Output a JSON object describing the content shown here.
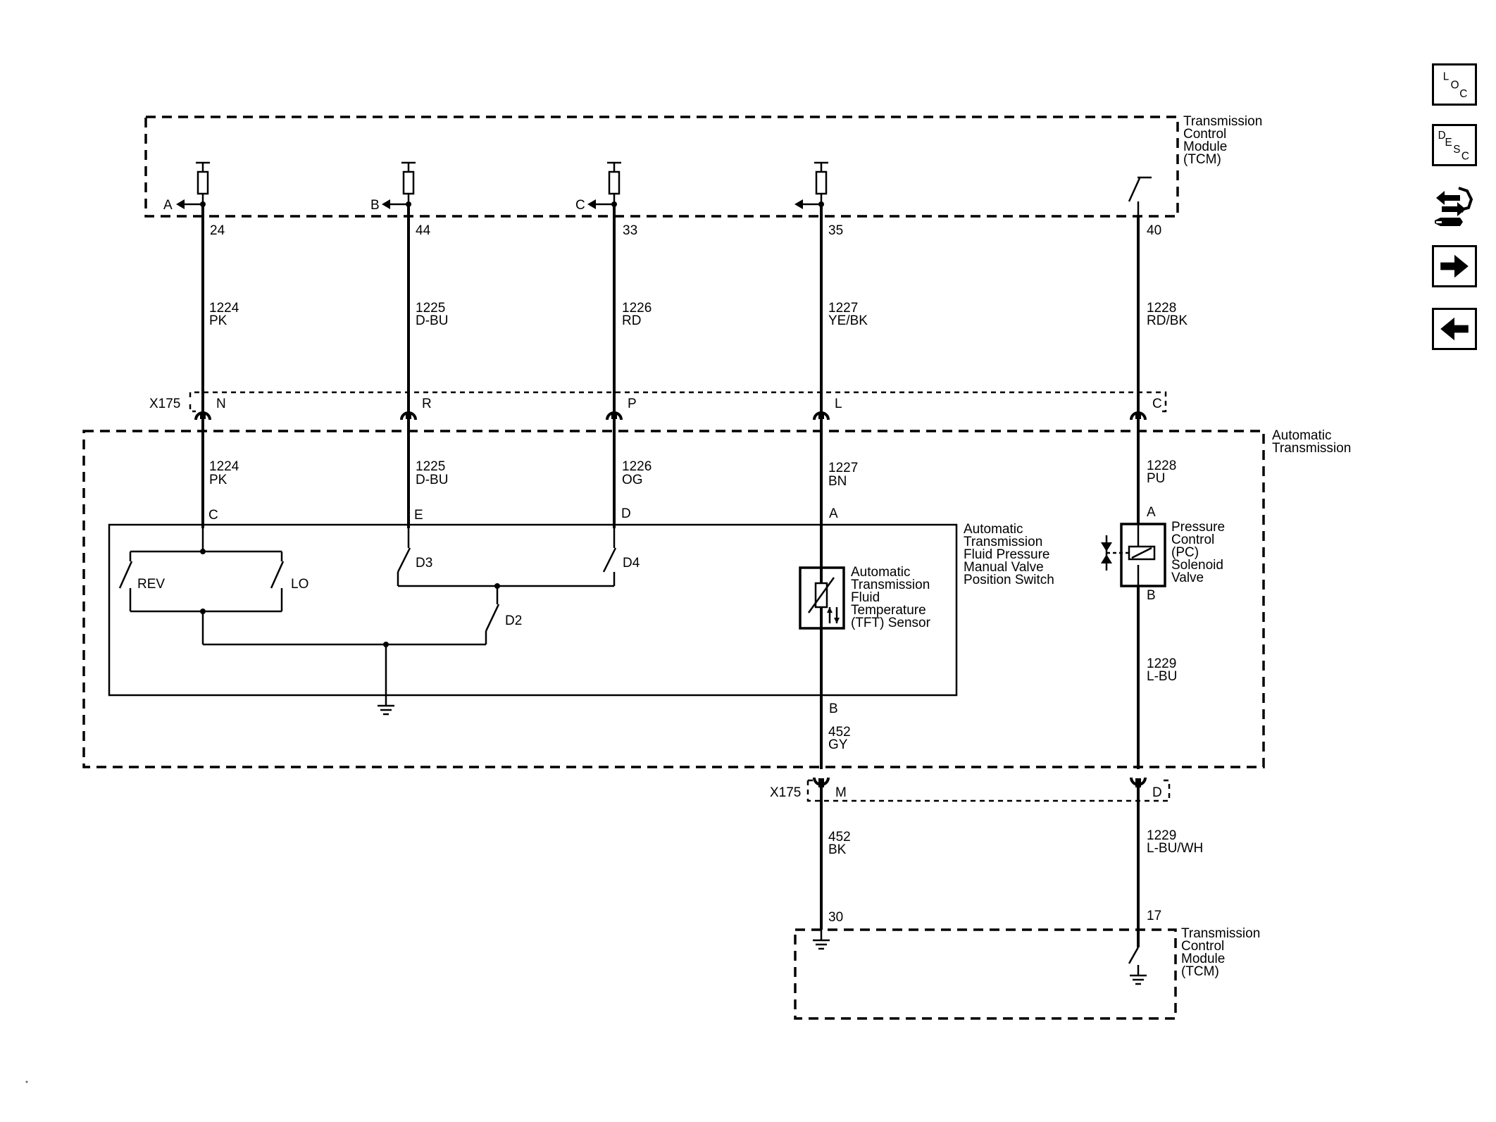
{
  "modules": {
    "tcm_top": {
      "lines": [
        "Transmission",
        "Control",
        "Module",
        "(TCM)"
      ]
    },
    "tcm_bottom": {
      "lines": [
        "Transmission",
        "Control",
        "Module",
        "(TCM)"
      ]
    },
    "auto_trans": {
      "lines": [
        "Automatic",
        "Transmission"
      ]
    },
    "switch_assembly": {
      "lines": [
        "Automatic",
        "Transmission",
        "Fluid Pressure",
        "Manual Valve",
        "Position Switch"
      ]
    },
    "tft_sensor": {
      "lines": [
        "Automatic",
        "Transmission",
        "Fluid",
        "Temperature",
        "(TFT) Sensor"
      ]
    },
    "pc_solenoid": {
      "lines": [
        "Pressure",
        "Control",
        "(PC)",
        "Solenoid",
        "Valve"
      ]
    }
  },
  "connector_x175": "X175",
  "arrow_labels": [
    "A",
    "B",
    "C"
  ],
  "tcm_pins": [
    "24",
    "44",
    "33",
    "35",
    "40"
  ],
  "tcm_bottom_pins": [
    "30",
    "17"
  ],
  "wires_upper": [
    {
      "circuit": "1224",
      "color": "PK"
    },
    {
      "circuit": "1225",
      "color": "D-BU"
    },
    {
      "circuit": "1226",
      "color": "RD"
    },
    {
      "circuit": "1227",
      "color": "YE/BK"
    },
    {
      "circuit": "1228",
      "color": "RD/BK"
    }
  ],
  "x175_upper_pins": [
    "N",
    "R",
    "P",
    "L",
    "C"
  ],
  "wires_lower": [
    {
      "circuit": "1224",
      "color": "PK"
    },
    {
      "circuit": "1225",
      "color": "D-BU"
    },
    {
      "circuit": "1226",
      "color": "OG"
    },
    {
      "circuit": "1227",
      "color": "BN"
    },
    {
      "circuit": "1228",
      "color": "PU"
    }
  ],
  "component_pins": {
    "switch": [
      "C",
      "E",
      "D"
    ],
    "tft": [
      "A",
      "B"
    ],
    "solenoid": [
      "A",
      "B"
    ]
  },
  "switches": [
    "REV",
    "LO",
    "D3",
    "D4",
    "D2"
  ],
  "wire_452_gy": {
    "circuit": "452",
    "color": "GY"
  },
  "wire_1229_lbu": {
    "circuit": "1229",
    "color": "L-BU"
  },
  "x175_lower_pins": [
    "M",
    "D"
  ],
  "wire_452_bk": {
    "circuit": "452",
    "color": "BK"
  },
  "wire_1229_lbuwh": {
    "circuit": "1229",
    "color": "L-BU/WH"
  },
  "nav": {
    "loc": {
      "letters": [
        "L",
        "O",
        "C"
      ]
    },
    "desc": {
      "letters": [
        "D",
        "E",
        "S",
        "C"
      ]
    }
  }
}
